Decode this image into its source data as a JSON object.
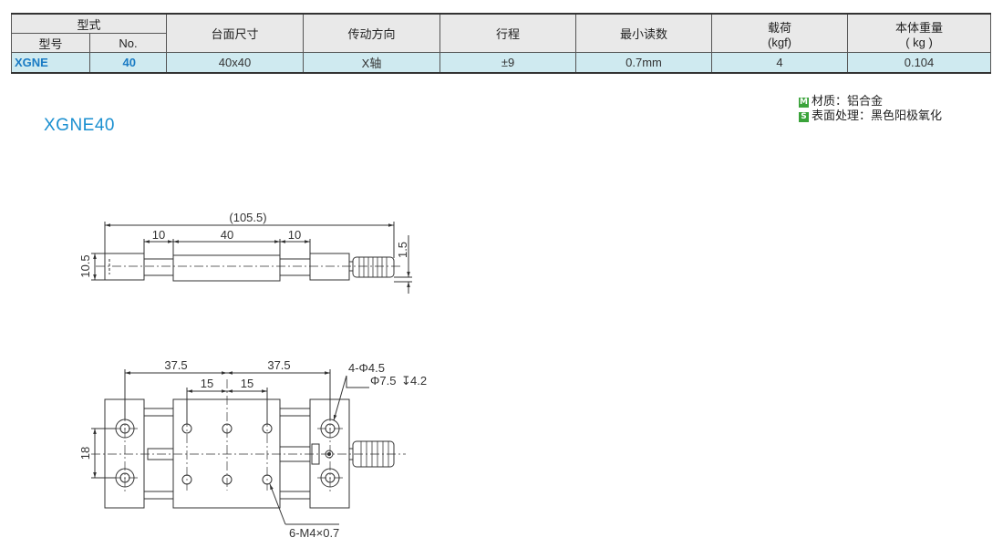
{
  "table": {
    "header_group": "型式",
    "col_model": "型号",
    "col_no": "No.",
    "col_size": "台面尺寸",
    "col_direction": "传动方向",
    "col_stroke": "行程",
    "col_resolution": "最小读数",
    "col_load_line1": "载荷",
    "col_load_line2": "(kgf)",
    "col_weight_line1": "本体重量",
    "col_weight_line2": "( kg )",
    "row": {
      "model": "XGNE",
      "no": "40",
      "size": "40x40",
      "direction": "X轴",
      "stroke": "±9",
      "resolution": "0.7mm",
      "load": "4",
      "weight": "0.104"
    }
  },
  "notes": [
    {
      "badge": "M",
      "text": "材质：铝合金",
      "color": "#3aa33a"
    },
    {
      "badge": "S",
      "text": "表面处理：黑色阳极氧化",
      "color": "#3aa33a"
    }
  ],
  "product_title": "XGNE40",
  "drawing": {
    "side_view": {
      "overall": "(105.5)",
      "dim_left": "10",
      "dim_center": "40",
      "dim_right": "10",
      "height": "10.5",
      "offset": "1.5"
    },
    "top_view": {
      "dim_left": "37.5",
      "dim_right": "37.5",
      "pitch_left": "15",
      "pitch_right": "15",
      "height": "18",
      "hole_callout": "4-Φ4.5",
      "counterbore": "Φ7.5",
      "depth": "4.2",
      "depth_symbol": "↧",
      "tap_callout": "6-M4×0.7"
    }
  }
}
